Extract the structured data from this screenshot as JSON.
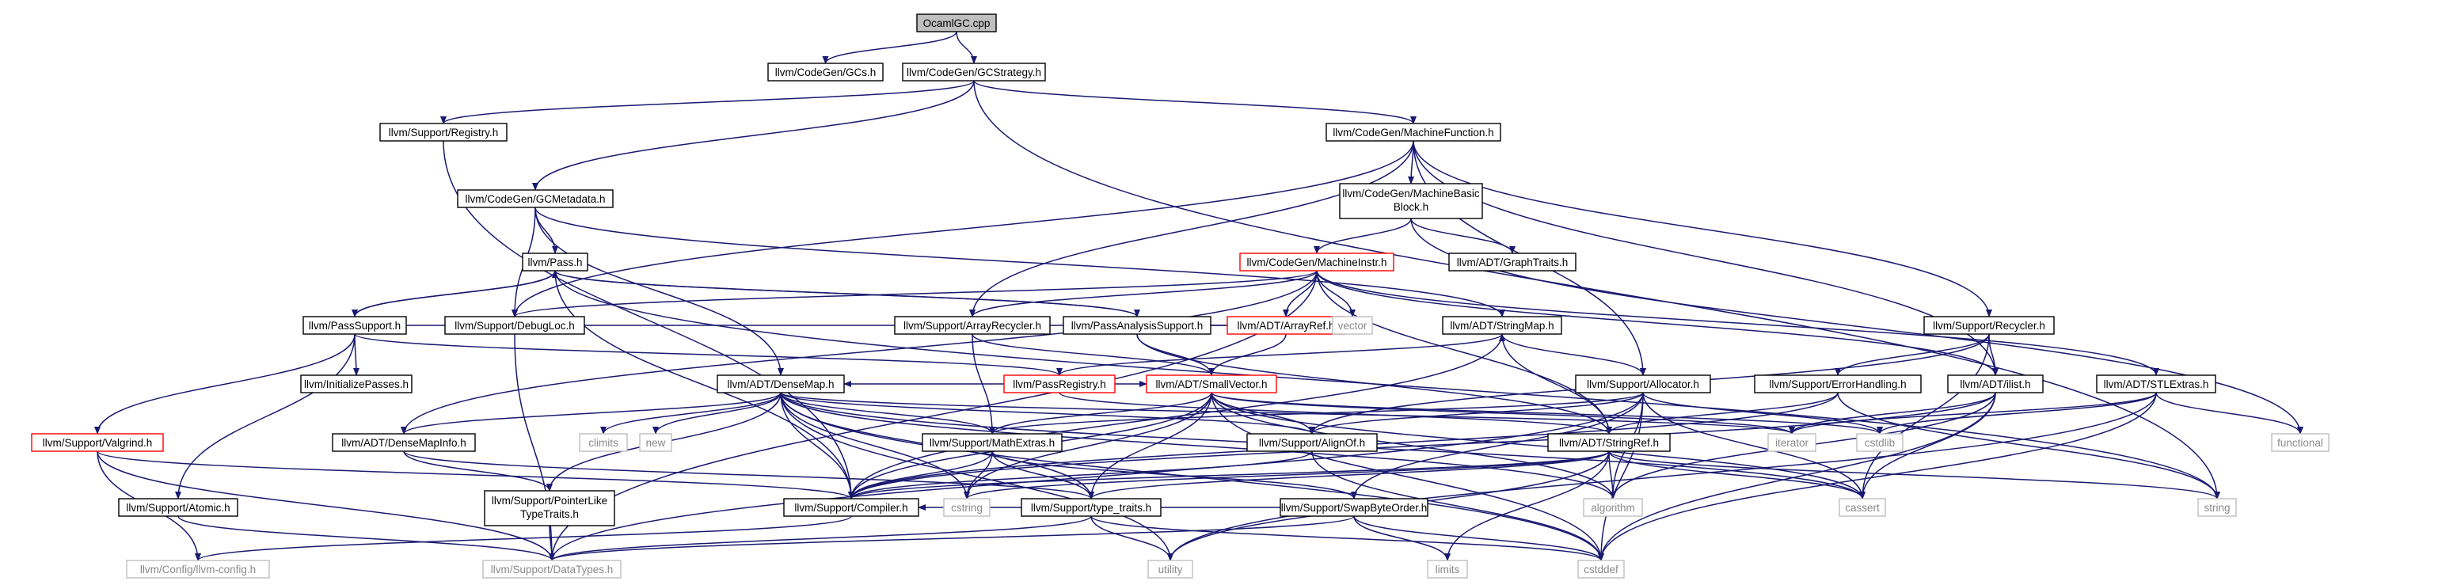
{
  "graph": {
    "colors": {
      "edge": "#191970",
      "root_fill": "#bfbfbf",
      "box_border": "#000000",
      "hot_border": "#ff0000",
      "gray_border": "#bfbfbf",
      "gray_text": "#8a8a8a"
    },
    "nodes": [
      {
        "id": "root",
        "label": "OcamlGC.cpp",
        "style": "root"
      },
      {
        "id": "gcs",
        "label": "llvm/CodeGen/GCs.h",
        "style": "box"
      },
      {
        "id": "gcstrategy",
        "label": "llvm/CodeGen/GCStrategy.h",
        "style": "box"
      },
      {
        "id": "registry",
        "label": "llvm/Support/Registry.h",
        "style": "box"
      },
      {
        "id": "machinefunction",
        "label": "llvm/CodeGen/MachineFunction.h",
        "style": "box"
      },
      {
        "id": "gcmetadata",
        "label": "llvm/CodeGen/GCMetadata.h",
        "style": "box"
      },
      {
        "id": "mbb",
        "label": "llvm/CodeGen/MachineBasic\nBlock.h",
        "style": "box"
      },
      {
        "id": "pass",
        "label": "llvm/Pass.h",
        "style": "box"
      },
      {
        "id": "machineinstr",
        "label": "llvm/CodeGen/MachineInstr.h",
        "style": "hot"
      },
      {
        "id": "graphtraits",
        "label": "llvm/ADT/GraphTraits.h",
        "style": "box"
      },
      {
        "id": "passsupport",
        "label": "llvm/PassSupport.h",
        "style": "box"
      },
      {
        "id": "debugloc",
        "label": "llvm/Support/DebugLoc.h",
        "style": "box"
      },
      {
        "id": "arrayrecycler",
        "label": "llvm/Support/ArrayRecycler.h",
        "style": "box"
      },
      {
        "id": "passanalysis",
        "label": "llvm/PassAnalysisSupport.h",
        "style": "box"
      },
      {
        "id": "arrayref",
        "label": "llvm/ADT/ArrayRef.h",
        "style": "hot"
      },
      {
        "id": "stringmap",
        "label": "llvm/ADT/StringMap.h",
        "style": "box"
      },
      {
        "id": "recycler",
        "label": "llvm/Support/Recycler.h",
        "style": "box"
      },
      {
        "id": "initpasses",
        "label": "llvm/InitializePasses.h",
        "style": "box"
      },
      {
        "id": "densemap",
        "label": "llvm/ADT/DenseMap.h",
        "style": "box"
      },
      {
        "id": "passregistry",
        "label": "llvm/PassRegistry.h",
        "style": "hot"
      },
      {
        "id": "smallvector",
        "label": "llvm/ADT/SmallVector.h",
        "style": "hot"
      },
      {
        "id": "vector",
        "label": "vector",
        "style": "gray"
      },
      {
        "id": "allocator",
        "label": "llvm/Support/Allocator.h",
        "style": "box"
      },
      {
        "id": "errorhandling",
        "label": "llvm/Support/ErrorHandling.h",
        "style": "box"
      },
      {
        "id": "ilist",
        "label": "llvm/ADT/ilist.h",
        "style": "box"
      },
      {
        "id": "stlextras",
        "label": "llvm/ADT/STLExtras.h",
        "style": "box"
      },
      {
        "id": "valgrind",
        "label": "llvm/Support/Valgrind.h",
        "style": "hot"
      },
      {
        "id": "densemapinfo",
        "label": "llvm/ADT/DenseMapInfo.h",
        "style": "box"
      },
      {
        "id": "climits",
        "label": "climits",
        "style": "gray"
      },
      {
        "id": "new",
        "label": "new",
        "style": "gray"
      },
      {
        "id": "mathextras",
        "label": "llvm/Support/MathExtras.h",
        "style": "box"
      },
      {
        "id": "alignof",
        "label": "llvm/Support/AlignOf.h",
        "style": "box"
      },
      {
        "id": "stringref",
        "label": "llvm/ADT/StringRef.h",
        "style": "box"
      },
      {
        "id": "iterator",
        "label": "iterator",
        "style": "gray"
      },
      {
        "id": "cstdlib",
        "label": "cstdlib",
        "style": "gray"
      },
      {
        "id": "functional",
        "label": "functional",
        "style": "gray"
      },
      {
        "id": "atomic",
        "label": "llvm/Support/Atomic.h",
        "style": "box"
      },
      {
        "id": "pointerlike",
        "label": "llvm/Support/PointerLike\nTypeTraits.h",
        "style": "box"
      },
      {
        "id": "compiler",
        "label": "llvm/Support/Compiler.h",
        "style": "box"
      },
      {
        "id": "cstring",
        "label": "cstring",
        "style": "gray"
      },
      {
        "id": "typetraits",
        "label": "llvm/Support/type_traits.h",
        "style": "box"
      },
      {
        "id": "swapbyteorder",
        "label": "llvm/Support/SwapByteOrder.h",
        "style": "box"
      },
      {
        "id": "algorithm",
        "label": "algorithm",
        "style": "gray"
      },
      {
        "id": "cassert",
        "label": "cassert",
        "style": "gray"
      },
      {
        "id": "string",
        "label": "string",
        "style": "gray"
      },
      {
        "id": "llvmconfig",
        "label": "llvm/Config/llvm-config.h",
        "style": "gray"
      },
      {
        "id": "datatypes",
        "label": "llvm/Support/DataTypes.h",
        "style": "gray"
      },
      {
        "id": "utility",
        "label": "utility",
        "style": "gray"
      },
      {
        "id": "limits",
        "label": "limits",
        "style": "gray"
      },
      {
        "id": "cstddef",
        "label": "cstddef",
        "style": "gray"
      }
    ],
    "edges": [
      [
        "root",
        "gcs"
      ],
      [
        "root",
        "gcstrategy"
      ],
      [
        "gcstrategy",
        "registry"
      ],
      [
        "gcstrategy",
        "machinefunction"
      ],
      [
        "gcstrategy",
        "gcmetadata"
      ],
      [
        "gcstrategy",
        "string"
      ],
      [
        "registry",
        "compiler"
      ],
      [
        "machinefunction",
        "mbb"
      ],
      [
        "machinefunction",
        "arrayrecycler"
      ],
      [
        "machinefunction",
        "recycler"
      ],
      [
        "machinefunction",
        "allocator"
      ],
      [
        "machinefunction",
        "debugloc"
      ],
      [
        "machinefunction",
        "ilist"
      ],
      [
        "gcmetadata",
        "pass"
      ],
      [
        "gcmetadata",
        "debugloc"
      ],
      [
        "gcmetadata",
        "densemap"
      ],
      [
        "gcmetadata",
        "stringmap"
      ],
      [
        "mbb",
        "machineinstr"
      ],
      [
        "mbb",
        "graphtraits"
      ],
      [
        "mbb",
        "functional"
      ],
      [
        "pass",
        "passsupport"
      ],
      [
        "pass",
        "passanalysis"
      ],
      [
        "pass",
        "string"
      ],
      [
        "pass",
        "compiler"
      ],
      [
        "machineinstr",
        "arrayref"
      ],
      [
        "machineinstr",
        "vector"
      ],
      [
        "machineinstr",
        "stlextras"
      ],
      [
        "machineinstr",
        "debugloc"
      ],
      [
        "machineinstr",
        "arrayrecycler"
      ],
      [
        "machineinstr",
        "densemapinfo"
      ],
      [
        "machineinstr",
        "ilist"
      ],
      [
        "machineinstr",
        "stringref"
      ],
      [
        "machineinstr",
        "datatypes"
      ],
      [
        "passsupport",
        "pass"
      ],
      [
        "passsupport",
        "initpasses"
      ],
      [
        "passsupport",
        "passregistry"
      ],
      [
        "passsupport",
        "atomic"
      ],
      [
        "passsupport",
        "valgrind"
      ],
      [
        "passsupport",
        "vector"
      ],
      [
        "passanalysis",
        "pass"
      ],
      [
        "passanalysis",
        "smallvector"
      ],
      [
        "passanalysis",
        "stringref"
      ],
      [
        "passanalysis",
        "vector"
      ],
      [
        "debugloc",
        "datatypes"
      ],
      [
        "arrayrecycler",
        "mathextras"
      ],
      [
        "arrayrecycler",
        "smallvector"
      ],
      [
        "arrayref",
        "smallvector"
      ],
      [
        "arrayref",
        "vector"
      ],
      [
        "stringmap",
        "stringref"
      ],
      [
        "stringmap",
        "allocator"
      ],
      [
        "stringmap",
        "compiler"
      ],
      [
        "recycler",
        "ilist"
      ],
      [
        "recycler",
        "alignof"
      ],
      [
        "recycler",
        "cassert"
      ],
      [
        "recycler",
        "errorhandling"
      ],
      [
        "densemap",
        "densemapinfo"
      ],
      [
        "densemap",
        "climits"
      ],
      [
        "densemap",
        "new"
      ],
      [
        "densemap",
        "mathextras"
      ],
      [
        "densemap",
        "alignof"
      ],
      [
        "densemap",
        "compiler"
      ],
      [
        "densemap",
        "pointerlike"
      ],
      [
        "densemap",
        "typetraits"
      ],
      [
        "densemap",
        "algorithm"
      ],
      [
        "densemap",
        "cassert"
      ],
      [
        "densemap",
        "cstddef"
      ],
      [
        "densemap",
        "iterator"
      ],
      [
        "densemap",
        "utility"
      ],
      [
        "densemap",
        "cstring"
      ],
      [
        "passregistry",
        "stringmap"
      ],
      [
        "passregistry",
        "densemap"
      ],
      [
        "passregistry",
        "smallvector"
      ],
      [
        "passregistry",
        "stringref"
      ],
      [
        "smallvector",
        "alignof"
      ],
      [
        "smallvector",
        "compiler"
      ],
      [
        "smallvector",
        "mathextras"
      ],
      [
        "smallvector",
        "typetraits"
      ],
      [
        "smallvector",
        "algorithm"
      ],
      [
        "smallvector",
        "cassert"
      ],
      [
        "smallvector",
        "cstddef"
      ],
      [
        "smallvector",
        "cstdlib"
      ],
      [
        "smallvector",
        "cstring"
      ],
      [
        "smallvector",
        "iterator"
      ],
      [
        "smallvector",
        "memory"
      ],
      [
        "allocator",
        "alignof"
      ],
      [
        "allocator",
        "mathextras"
      ],
      [
        "allocator",
        "swapbyteorder"
      ],
      [
        "allocator",
        "datatypes"
      ],
      [
        "allocator",
        "algorithm"
      ],
      [
        "allocator",
        "cassert"
      ],
      [
        "allocator",
        "cstddef"
      ],
      [
        "allocator",
        "cstdlib"
      ],
      [
        "errorhandling",
        "compiler"
      ],
      [
        "errorhandling",
        "stringref"
      ],
      [
        "errorhandling",
        "string"
      ],
      [
        "ilist",
        "algorithm"
      ],
      [
        "ilist",
        "cassert"
      ],
      [
        "ilist",
        "cstddef"
      ],
      [
        "ilist",
        "iterator"
      ],
      [
        "ilist",
        "compiler"
      ],
      [
        "stlextras",
        "cstddef"
      ],
      [
        "stlextras",
        "cstdlib"
      ],
      [
        "stlextras",
        "functional"
      ],
      [
        "stlextras",
        "iterator"
      ],
      [
        "stlextras",
        "utility"
      ],
      [
        "valgrind",
        "compiler"
      ],
      [
        "valgrind",
        "llvmconfig"
      ],
      [
        "valgrind",
        "datatypes"
      ],
      [
        "densemapinfo",
        "pointerlike"
      ],
      [
        "densemapinfo",
        "typetraits"
      ],
      [
        "mathextras",
        "compiler"
      ],
      [
        "mathextras",
        "swapbyteorder"
      ],
      [
        "mathextras",
        "typetraits"
      ],
      [
        "mathextras",
        "cstring"
      ],
      [
        "alignof",
        "compiler"
      ],
      [
        "alignof",
        "cstddef"
      ],
      [
        "stringref",
        "compiler"
      ],
      [
        "stringref",
        "typetraits"
      ],
      [
        "stringref",
        "algorithm"
      ],
      [
        "stringref",
        "cassert"
      ],
      [
        "stringref",
        "cstring"
      ],
      [
        "stringref",
        "limits"
      ],
      [
        "stringref",
        "string"
      ],
      [
        "stringref",
        "utility"
      ],
      [
        "atomic",
        "datatypes"
      ],
      [
        "pointerlike",
        "datatypes"
      ],
      [
        "compiler",
        "llvmconfig"
      ],
      [
        "typetraits",
        "datatypes"
      ],
      [
        "typetraits",
        "cstddef"
      ],
      [
        "typetraits",
        "utility"
      ],
      [
        "swapbyteorder",
        "compiler"
      ],
      [
        "swapbyteorder",
        "datatypes"
      ],
      [
        "swapbyteorder",
        "cstddef"
      ],
      [
        "swapbyteorder",
        "limits"
      ]
    ]
  }
}
